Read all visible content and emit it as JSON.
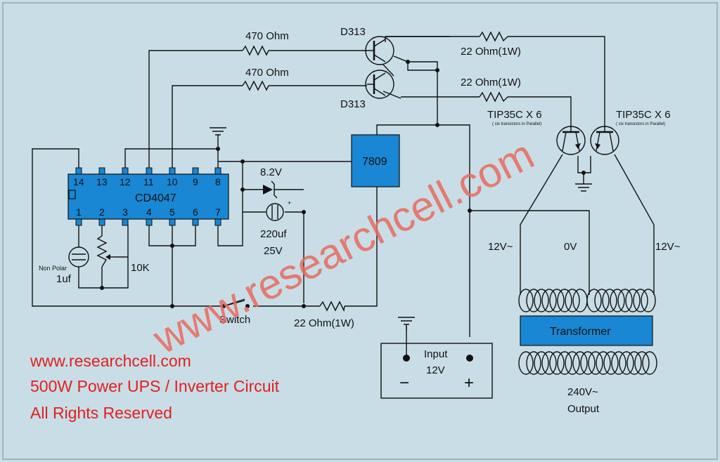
{
  "chip": {
    "name": "CD4047",
    "top_pins": [
      "14",
      "13",
      "12",
      "11",
      "10",
      "9",
      "8"
    ],
    "bottom_pins": [
      "1",
      "2",
      "3",
      "4",
      "5",
      "6",
      "7"
    ]
  },
  "regulator": "7809",
  "transformer": "Transformer",
  "labels": {
    "r1": "470 Ohm",
    "r2": "470 Ohm",
    "q1": "D313",
    "q2": "D313",
    "r3": "22 Ohm(1W)",
    "r4": "22 Ohm(1W)",
    "tip1": "TIP35C X 6",
    "tip1_sub": "( six transistors in Parallel)",
    "tip2": "TIP35C X 6",
    "tip2_sub": "( six transistors in Parallel)",
    "zener": "8.2V",
    "plus": "+",
    "cap_value": "220uf",
    "cap_voltage": "25V",
    "np1": "Non Polar",
    "np2": "1uf",
    "pot": "10K",
    "switch": "Switch",
    "r5": "22 Ohm(1W)",
    "v_left": "12V~",
    "v_mid": "0V",
    "v_right": "12V~",
    "input1": "Input",
    "input2": "12V",
    "minus": "−",
    "plus2": "+",
    "out1": "240V~",
    "out2": "Output"
  },
  "footer": {
    "line1": "www.researchcell.com",
    "line2": "500W Power UPS / Inverter Circuit",
    "line3": "All Rights Reserved"
  },
  "watermark": "www.researchcell.com",
  "colors": {
    "background": "#c9dde6",
    "block": "#1987d3",
    "footer_text": "#e02020",
    "watermark": "#e86a5e"
  }
}
